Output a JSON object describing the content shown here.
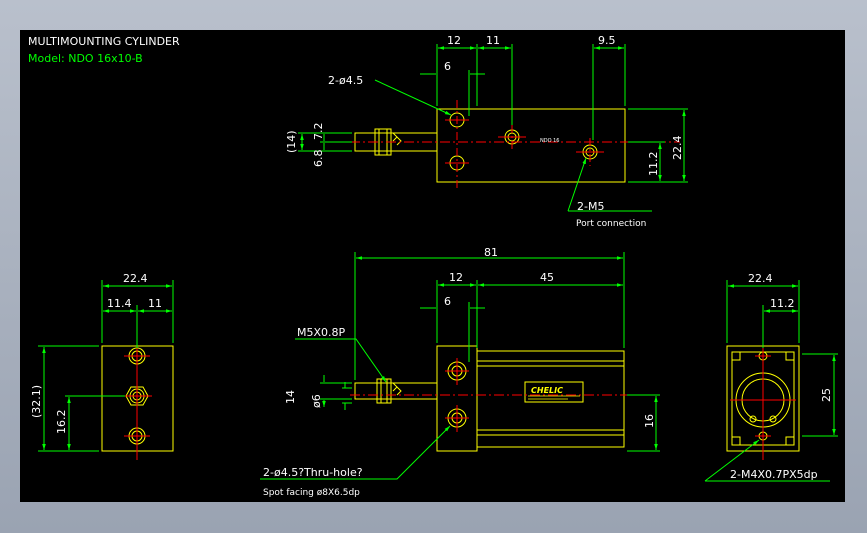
{
  "title": "MULTIMOUNTING CYLINDER",
  "model": "Model: NDO 16x10-B",
  "colors": {
    "background": "#000000",
    "outline": "#ffff00",
    "dimension": "#00ff00",
    "centerline": "#ff0000",
    "text": "#ffffff",
    "page": "#a9b1be"
  },
  "top_view": {
    "dims": {
      "d12": "12",
      "d11": "11",
      "d9_5": "9.5",
      "d6": "6",
      "d14": "(14)",
      "d6_8": "6.8",
      "d7_2": "7.2",
      "d22_4": "22.4",
      "d11_2": "11.2"
    },
    "hole_label": "2-ø4.5",
    "port_label": "2-M5",
    "port_note": "Port connection",
    "body_mark": "NDO 16"
  },
  "front_view": {
    "dims": {
      "d81": "81",
      "d12": "12",
      "d45": "45",
      "d6": "6",
      "d14": "14",
      "d6dia": "ø6",
      "d16": "16"
    },
    "thread_label": "M5X0.8P",
    "hole_label": "2-ø4.5?Thru-hole?",
    "spot_note": "Spot facing  ø8X6.5dp",
    "nameplate": "CHELIC"
  },
  "left_view": {
    "dims": {
      "d22_4": "22.4",
      "d11_4": "11.4",
      "d11": "11",
      "d32_1": "(32.1)",
      "d16_2": "16.2"
    }
  },
  "right_view": {
    "dims": {
      "d22_4": "22.4",
      "d11_2": "11.2",
      "d25": "25"
    },
    "thread_label": "2-M4X0.7PX5dp"
  }
}
